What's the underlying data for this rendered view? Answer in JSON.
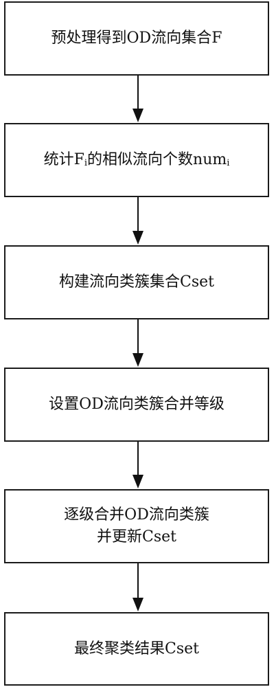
{
  "steps": [
    {
      "id": "s1",
      "lines": [
        "预处理得到OD流向集合F"
      ]
    },
    {
      "id": "s2",
      "prefix": "统计F",
      "sub1": "i",
      "mid": "的相似流向个数num",
      "sub2": "i"
    },
    {
      "id": "s3",
      "lines": [
        "构建流向类簇集合Cset"
      ]
    },
    {
      "id": "s4",
      "lines": [
        "设置OD流向类簇合并等级"
      ]
    },
    {
      "id": "s5",
      "lines": [
        "逐级合并OD流向类簇",
        "并更新Cset"
      ]
    },
    {
      "id": "s6",
      "lines": [
        "最终聚类结果Cset"
      ]
    }
  ]
}
